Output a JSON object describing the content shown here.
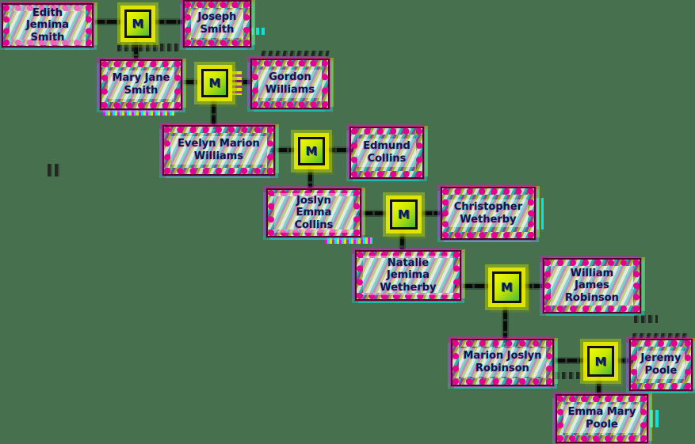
{
  "diagram": {
    "type": "family-tree",
    "marriage_label": "M",
    "people": [
      {
        "name": "Edith Jemima Smith"
      },
      {
        "name": "Joseph Smith"
      },
      {
        "name": "Mary Jane Smith"
      },
      {
        "name": "Gordon Williams"
      },
      {
        "name": "Evelyn Marion Williams"
      },
      {
        "name": "Edmund Collins"
      },
      {
        "name": "Joslyn Emma Collins"
      },
      {
        "name": "Christopher Wetherby"
      },
      {
        "name": "Natalie Jemima Wetherby"
      },
      {
        "name": "William James Robinson"
      },
      {
        "name": "Marion Joslyn Robinson"
      },
      {
        "name": "Jeremy Poole"
      },
      {
        "name": "Emma Mary Poole"
      }
    ],
    "marriages": [
      {
        "label": "M",
        "spouses": [
          "Edith Jemima Smith",
          "Joseph Smith"
        ],
        "child": "Mary Jane Smith"
      },
      {
        "label": "M",
        "spouses": [
          "Mary Jane Smith",
          "Gordon Williams"
        ],
        "child": "Evelyn Marion Williams"
      },
      {
        "label": "M",
        "spouses": [
          "Evelyn Marion Williams",
          "Edmund Collins"
        ],
        "child": "Joslyn Emma Collins"
      },
      {
        "label": "M",
        "spouses": [
          "Joslyn Emma Collins",
          "Christopher Wetherby"
        ],
        "child": "Natalie Jemima Wetherby"
      },
      {
        "label": "M",
        "spouses": [
          "Natalie Jemima Wetherby",
          "William James Robinson"
        ],
        "child": "Marion Joslyn Robinson"
      },
      {
        "label": "M",
        "spouses": [
          "Marion Joslyn Robinson",
          "Jeremy Poole"
        ],
        "child": "Emma Mary Poole"
      }
    ],
    "colors": {
      "background": "#47704E",
      "node_border": "#E6008F",
      "node_border_dark": "#5A0030",
      "node_text": "#13134A",
      "marriage_fill": "#C8E800",
      "marriage_border": "#101010",
      "marriage_halo": "#F0F000",
      "connector": "#0A0A0A",
      "noise_cyan": "#00FFFF",
      "noise_magenta": "#FF00FF",
      "noise_yellow": "#FFFF00"
    }
  }
}
